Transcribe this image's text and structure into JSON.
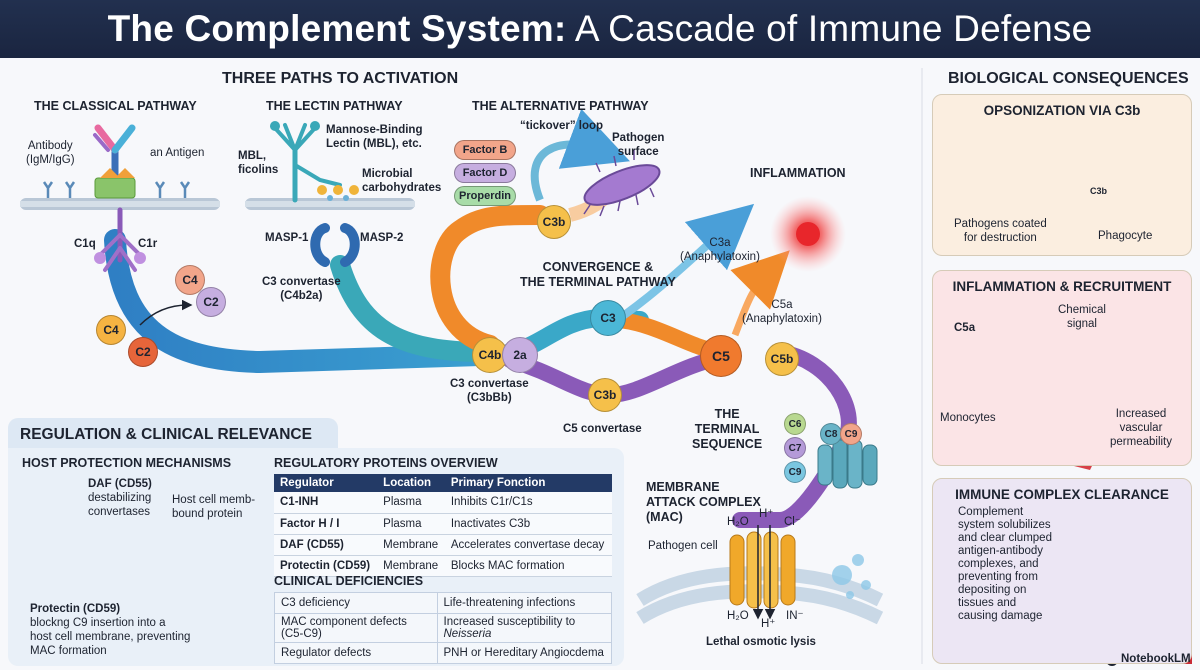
{
  "title": {
    "bold": "The Complement System:",
    "rest": "A Cascade of Immune Defense"
  },
  "activation": {
    "heading": "THREE PATHS TO ACTIVATION",
    "classical": {
      "heading": "THE CLASSICAL PATHWAY",
      "antibody": "Antibody\n(IgM/IgG)",
      "antigen": "an Antigen",
      "c1q": "C1q",
      "c1r": "C1r",
      "c4": "C4",
      "c2": "C2"
    },
    "lectin": {
      "heading": "THE LECTIN PATHWAY",
      "mbl_ficolins": "MBL,\nficolins",
      "mbl_lectin": "Mannose-Binding\nLectin (MBL), etc.",
      "carbs": "Microbial\ncarbohydrates",
      "masp1": "MASP-1",
      "masp2": "MASP-2",
      "convertase": "C3 convertase\n(C4b2a)"
    },
    "alternative": {
      "heading": "THE ALTERNATIVE PATHWAY",
      "tickover": "“tickover” loop",
      "pathogen_surface": "Pathogen\nsurface",
      "factor_b": "Factor B",
      "factor_d": "Factor D",
      "properdin": "Properdin",
      "c3b": "C3b"
    }
  },
  "convergence": {
    "heading": "CONVERGENCE &\nTHE TERMINAL PATHWAY",
    "c4b": "C4b",
    "a2": "2a",
    "c3": "C3",
    "c3_convertase": "C3 convertase\n(C3bBb)",
    "c3b": "C3b",
    "c5_convertase": "C5 convertase",
    "c5": "C5",
    "c5b": "C5b"
  },
  "inflammation": {
    "heading": "INFLAMMATION",
    "c3a": "C3a\n(Anaphylatoxin)",
    "c5a": "C5a\n(Anaphylatoxin)"
  },
  "terminal": {
    "heading": "THE\nTERMINAL\nSEQUENCE",
    "c6": "C6",
    "c7": "C7",
    "c9": "C9",
    "c8": "C8",
    "c9b": "C9"
  },
  "mac": {
    "heading": "MEMBRANE\nATTACK COMPLEX\n(MAC)",
    "pathogen_cell": "Pathogen cell",
    "h2o_top": "H₂O",
    "h_top": "H⁺",
    "cl": "Cl⁻",
    "h2o_bottom": "H₂O",
    "h_bottom": "H⁺",
    "in": "IN⁻",
    "lysis": "Lethal osmotic lysis"
  },
  "regulation": {
    "heading": "REGULATION & CLINICAL RELEVANCE",
    "host_heading": "HOST PROTECTION MECHANISMS",
    "daf": "DAF (CD55)",
    "daf_desc": "destabilizing\nconvertases",
    "host_protein": "Host cell memb-\nbound protein",
    "protectin": "Protectin (CD59)",
    "protectin_desc": "blockng C9 insertion into a\nhost cell membrane, preventing\nMAC formation",
    "overview_heading": "REGULATORY PROTEINS OVERVIEW",
    "table_headers": [
      "Regulator",
      "Location",
      "Primary Fonction"
    ],
    "table_rows": [
      [
        "C1-INH",
        "Plasma",
        "Inhibits C1r/C1s"
      ],
      [
        "Factor H / I",
        "Plasma",
        "Inactivates C3b"
      ],
      [
        "DAF (CD55)",
        "Membrane",
        "Accelerates convertase decay"
      ],
      [
        "Protectin (CD59)",
        "Membrane",
        "Blocks MAC formation"
      ]
    ],
    "deficiency_heading": "CLINICAL DEFICIENCIES",
    "deficiencies": [
      [
        "C3 deficiency",
        "Life-threatening infections"
      ],
      [
        "MAC component defects (C5-C9)",
        "Increased susceptibility to Neisseria"
      ],
      [
        "Regulator defects",
        "PNH or Hereditary Angiocdema"
      ]
    ]
  },
  "consequences": {
    "heading": "BIOLOGICAL CONSEQUENCES",
    "opsonization": {
      "title": "OPSONIZATION VIA C3b",
      "coated": "Pathogens coated\nfor destruction",
      "phagocyte": "Phagocyte",
      "c3b": "C3b"
    },
    "inflammation": {
      "title": "INFLAMMATION & RECRUITMENT",
      "c5a": "C5a",
      "signal": "Chemical\nsignal",
      "monocytes": "Monocytes",
      "permeability": "Increased\nvascular\npermeability"
    },
    "clearance": {
      "title": "IMMUNE COMPLEX CLEARANCE",
      "desc": "Complement\nsystem solubilizes\nand clear clumped\nantigen-antibody\ncomplexes, and\npreventing from\ndepositing on\ntissues and\ncausing damage"
    }
  },
  "brand": "NotebookLM",
  "colors": {
    "classical": "#3a87c8",
    "lectin": "#3aa8b8",
    "alternative": "#f08a2a",
    "terminal": "#8a5ab8",
    "c4": "#f5b342",
    "c2": "#e6653a",
    "c3": "#4bb7d6",
    "c5": "#f07a2e"
  }
}
